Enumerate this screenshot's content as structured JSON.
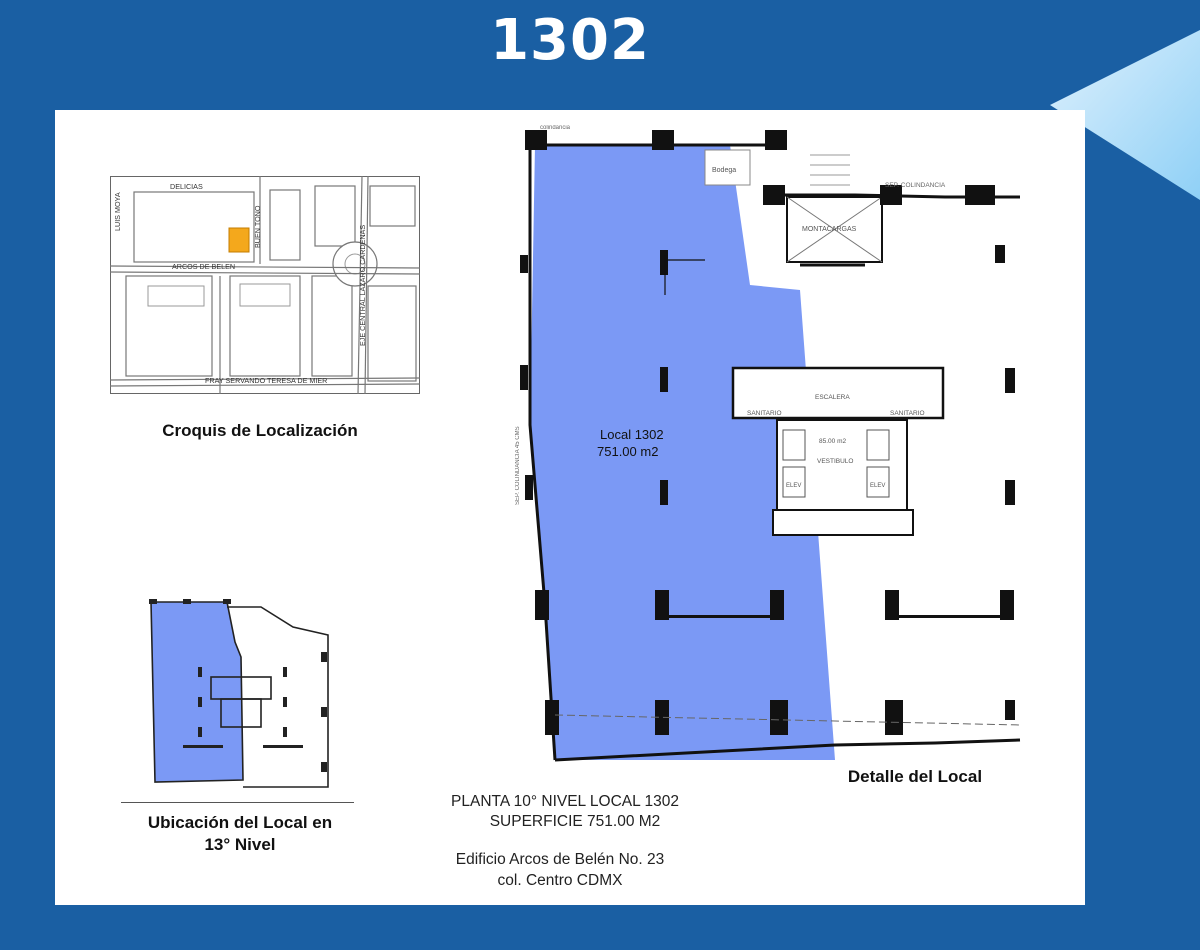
{
  "header": {
    "title": "1302"
  },
  "location_sketch": {
    "caption": "Croquis de Localización",
    "streets": {
      "delicias": "DELICIAS",
      "luis_moya": "LUIS MOYA",
      "buen_tono": "BUEN TONO",
      "arcos_de_belen": "ARCOS DE BELEN",
      "eje_central": "EJE CENTRAL LAZARO CARDENAS",
      "fray_servando": "FRAY SERVANDO TERESA DE MIER"
    },
    "highlight_color": "#f4a81c"
  },
  "level_location": {
    "caption_line1": "Ubicación del Local en",
    "caption_line2": "13° Nivel"
  },
  "detail": {
    "caption": "Detalle del Local",
    "local_name": "Local 1302",
    "local_area": "751.00 m2",
    "local_color": "#7b99f5",
    "rooms": {
      "montacargas": "MONTACARGAS",
      "bodega": "Bodega",
      "vestibulo": "VESTIBULO",
      "vestibulo_area": "85.00 m2",
      "elev": "ELEV",
      "sanitario": "SANITARIO",
      "escalera": "ESCALERA"
    },
    "boundaries": {
      "top": "colindancia",
      "right": "SEP. COLINDANCIA",
      "left": "SEP. COLINDANCIA 45 CMS"
    }
  },
  "footer": {
    "plan_line1": "PLANTA 10° NIVEL LOCAL 1302",
    "plan_line2": "SUPERFICIE  751.00 M2",
    "address_line1": "Edificio Arcos de Belén  No. 23",
    "address_line2": "col. Centro CDMX"
  }
}
